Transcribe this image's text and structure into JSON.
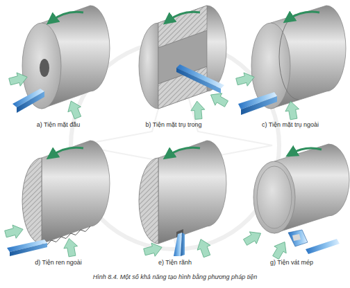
{
  "diagram": {
    "caption": "Hình 8.4. Một số khả năng tạo hình bằng phương pháp tiện",
    "labels": [
      "a) Tiện mặt đầu",
      "b) Tiện mặt trụ trong",
      "c) Tiện mặt trụ ngoài",
      "d) Tiện ren ngoài",
      "e) Tiện rãnh",
      "g) Tiện vát mép"
    ]
  }
}
